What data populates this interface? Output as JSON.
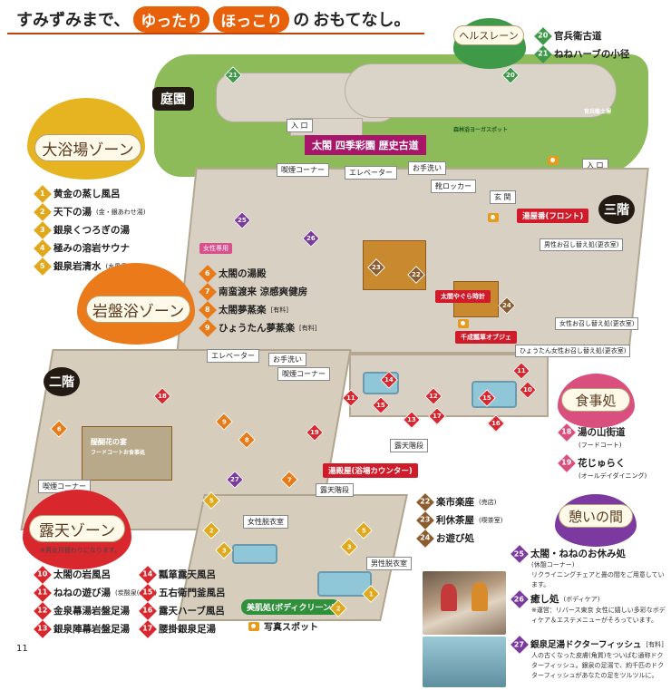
{
  "headline": {
    "pre": "すみずみまで、",
    "word1": "ゆったり",
    "word2": "ほっこり",
    "mid": "の",
    "post": "おもてなし。"
  },
  "floors": {
    "garden": "庭園",
    "third": "三階",
    "second": "二階"
  },
  "herb_lane": {
    "title": "ヘルスレーン",
    "items": [
      {
        "num": "20",
        "label": "官兵衛古道"
      },
      {
        "num": "21",
        "label": "ねねハーブの小径"
      }
    ]
  },
  "map_labels": {
    "garden_gate": "太閤 四季彩園 歴史古道",
    "entrance_1": "入 口",
    "entrance_2": "入 口",
    "forest_yoga": "森林浴ヨーガスポット",
    "kanbee_castle": "官兵衛土塀",
    "smoking_3f": "喫煙コーナー",
    "elevator_3f": "エレベーター",
    "restroom_3f": "お手洗い",
    "locker": "靴ロッカー",
    "genkan": "玄 関",
    "front": "湯屋番(フロント)",
    "women_only": "女性専用",
    "mens_dressing_3f": "男性お召し替え処(更衣室)",
    "womens_dressing_3f": "女性お召し替え処(更衣室)",
    "hyotan_dressing": "ひょうたん女性お召し替え処(更衣室)",
    "taiko_clock": "太閤やぐら時計",
    "sensei_objet": "千成瓢箪オブジェ",
    "elevator_2f": "エレベーター",
    "restroom_2f": "お手洗い",
    "smoking_2f_a": "喫煙コーナー",
    "smoking_2f_b": "喫煙コーナー",
    "food_court": "醍醐花の宴",
    "food_court_sub": "フードコートお食事処",
    "outdoor_stairs_1": "露天階段",
    "outdoor_stairs_2": "露天階段",
    "bath_counter": "湯殿屋(浴場カウンター)",
    "womens_dressing_2f": "女性脱衣室",
    "mens_dressing_2f": "男性脱衣室",
    "bihada": "美肌処(ボディクリーン)",
    "photo_spot": "写真スポット",
    "page_number": "11"
  },
  "zones": {
    "daiyokujo": {
      "title": "大浴場ゾーン",
      "items": [
        {
          "num": "1",
          "label": "黄金の蒸し風呂",
          "note": ""
        },
        {
          "num": "2",
          "label": "天下の湯",
          "note": "(金・銀あわせ湯)"
        },
        {
          "num": "3",
          "label": "銀泉くつろぎの湯",
          "note": ""
        },
        {
          "num": "4",
          "label": "極みの溶岩サウナ",
          "note": ""
        },
        {
          "num": "5",
          "label": "銀泉岩清水",
          "note": "(水風呂)"
        }
      ]
    },
    "ganban": {
      "title": "岩盤浴ゾーン",
      "items": [
        {
          "num": "6",
          "label": "太閤の湯殿",
          "note": ""
        },
        {
          "num": "7",
          "label": "南蛮渡来 涼感爽健房",
          "note": ""
        },
        {
          "num": "8",
          "label": "太閤夢蒸楽",
          "note": "[有料]"
        },
        {
          "num": "9",
          "label": "ひょうたん夢蒸楽",
          "note": "[有料]"
        }
      ]
    },
    "roten": {
      "title": "露天ゾーン",
      "subtitle": "※男女月替わりになります。",
      "left": [
        {
          "num": "10",
          "label": "太閤の岩風呂",
          "note": ""
        },
        {
          "num": "11",
          "label": "ねねの遊び湯",
          "note": "(炭酸泉(人工))"
        },
        {
          "num": "12",
          "label": "金泉幕湯岩盤足湯",
          "note": ""
        },
        {
          "num": "13",
          "label": "銀泉陣幕岩盤足湯",
          "note": ""
        }
      ],
      "right": [
        {
          "num": "14",
          "label": "瓢箪露天風呂",
          "note": ""
        },
        {
          "num": "15",
          "label": "五右衛門釜風呂",
          "note": ""
        },
        {
          "num": "16",
          "label": "露天ハーブ風呂",
          "note": ""
        },
        {
          "num": "17",
          "label": "腰掛銀泉足湯",
          "note": ""
        }
      ]
    },
    "shokuji": {
      "title": "食事処",
      "items": [
        {
          "num": "18",
          "label": "湯の山街道",
          "note": "(フードコート)"
        },
        {
          "num": "19",
          "label": "花じゅらく",
          "note": "(オールデイダイニング)"
        }
      ]
    },
    "misc": {
      "items": [
        {
          "num": "22",
          "label": "楽市楽座",
          "note": "(売店)"
        },
        {
          "num": "23",
          "label": "利休茶屋",
          "note": "(喫茶室)"
        },
        {
          "num": "24",
          "label": "お遊び処",
          "note": ""
        }
      ]
    },
    "ikoi": {
      "title": "憩いの間",
      "items": [
        {
          "num": "25",
          "label": "太閤・ねねのお休み処",
          "note": "(休憩コーナー)",
          "desc": "リクライニングチェアと畳の間をご用意しています。"
        },
        {
          "num": "26",
          "label": "癒し処",
          "note": "(ボディケア)",
          "desc": "※運営：リバース東京 女性に嬉しい多彩なボディケア＆エステメニューがそろっています。"
        },
        {
          "num": "27",
          "label": "銀泉足湯ドクターフィッシュ",
          "note": "[有料]",
          "desc": "人の古くなった皮膚(角質)をついばむ通称ドクターフィッシュ。銀泉の足湯で、約千匹のドクターフィッシュがあなたの足をツルツルに。"
        }
      ]
    }
  }
}
